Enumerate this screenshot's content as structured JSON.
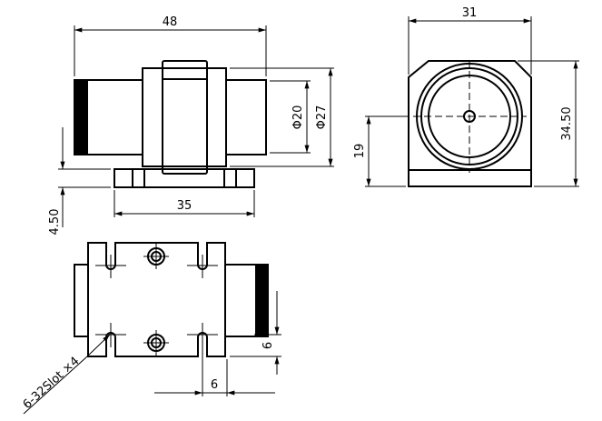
{
  "front_view": {
    "dim_length": "48",
    "dim_inner_dia": "Φ20",
    "dim_outer_dia": "Φ27",
    "dim_base_height": "4.50",
    "dim_base_width": "35"
  },
  "side_view": {
    "dim_width": "31",
    "dim_height": "34.50",
    "dim_center_height": "19"
  },
  "bottom_view": {
    "dim_slot_x": "6",
    "dim_slot_y": "6",
    "slot_note": "6-32Slot ×4"
  }
}
